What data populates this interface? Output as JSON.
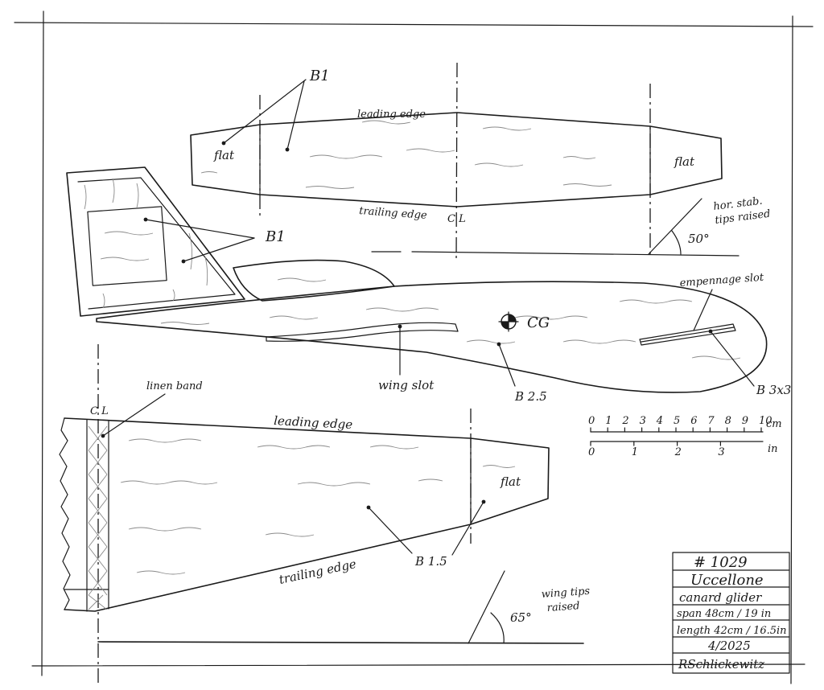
{
  "labels": {
    "b1_top": "B1",
    "b1_fin": "B1",
    "flat_stab_left": "flat",
    "flat_stab_right": "flat",
    "flat_wing": "flat",
    "stab_leading_edge": "leading edge",
    "stab_trailing_edge": "trailing edge",
    "stab_centerline": "C L",
    "wing_centerline": "C L",
    "wing_leading_edge": "leading edge",
    "wing_trailing_edge": "trailing edge",
    "stab_tips_note_1": "hor. stab.",
    "stab_tips_note_2": "tips raised",
    "stab_angle": "50°",
    "empennage_slot": "empennage slot",
    "cg": "CG",
    "wing_slot": "wing slot",
    "b2_5": "B 2.5",
    "b3x3": "B 3x3",
    "linen_band": "linen band",
    "b1_5": "B 1.5",
    "wing_tips_note_1": "wing tips",
    "wing_tips_note_2": "raised",
    "wing_angle": "65°"
  },
  "scale": {
    "cm_ticks": [
      "0",
      "1",
      "2",
      "3",
      "4",
      "5",
      "6",
      "7",
      "8",
      "9",
      "10"
    ],
    "cm_unit": "cm",
    "in_ticks": [
      "0",
      "1",
      "2",
      "3"
    ],
    "in_unit": "in"
  },
  "title_block": {
    "number": "# 1029",
    "name": "Uccellone",
    "type": "canard glider",
    "span": "span 48cm / 19 in",
    "length": "length 42cm / 16.5in",
    "date": "4/2025",
    "signature": "RSchlickewitz"
  }
}
